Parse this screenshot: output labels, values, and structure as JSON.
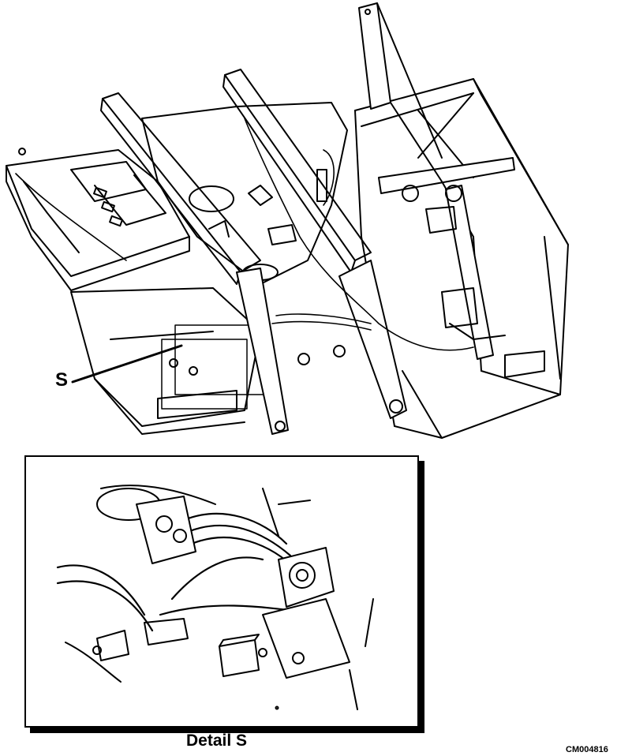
{
  "figure": {
    "callout_label": "S",
    "detail_caption": "Detail S",
    "figure_id": "CM004816"
  },
  "colors": {
    "ink": "#000000",
    "paper": "#ffffff"
  }
}
